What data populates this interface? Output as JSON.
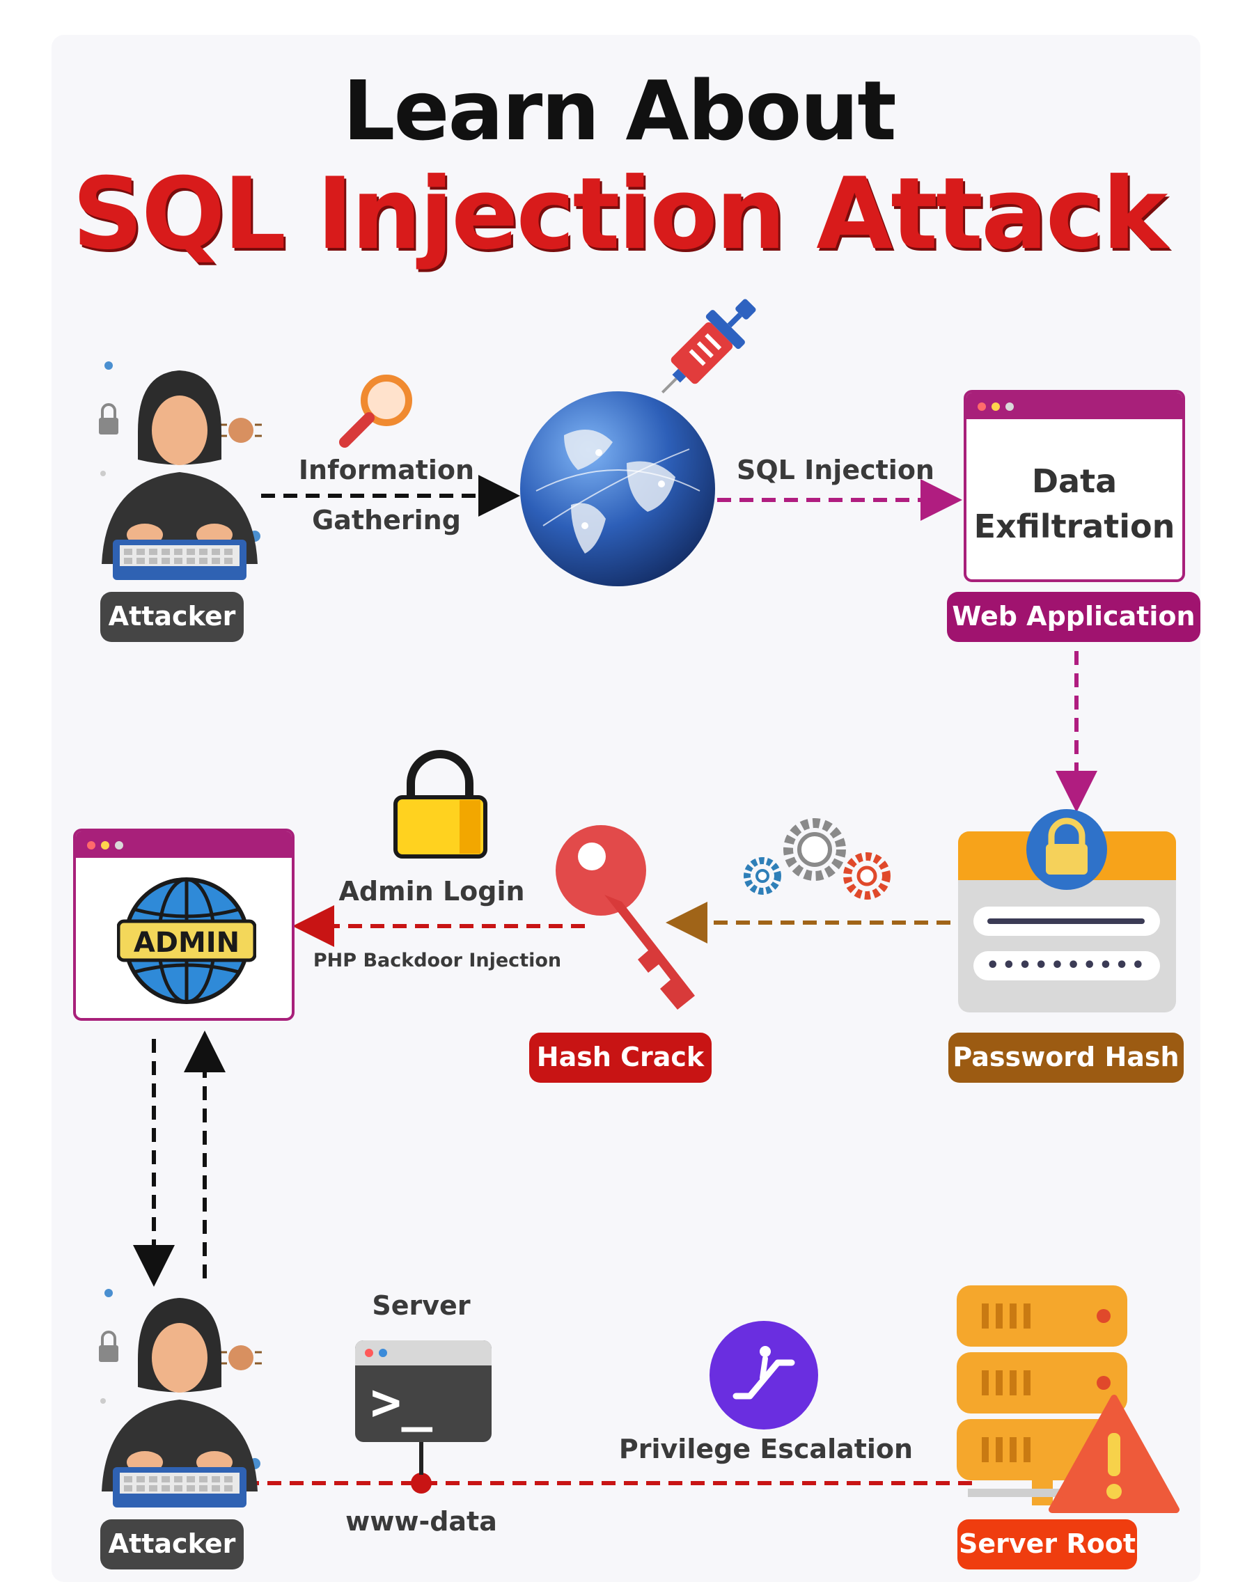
{
  "title": {
    "line1": "Learn About",
    "line2": "SQL Injection Attack"
  },
  "stage1": {
    "attacker_label": "Attacker",
    "info_gathering": [
      "Information",
      "Gathering"
    ],
    "sql_injection": "SQL Injection",
    "window_text": [
      "Data",
      "Exfiltration"
    ],
    "web_app_label": "Web Application"
  },
  "stage2": {
    "admin_badge": "ADMIN",
    "admin_login": "Admin Login",
    "php_backdoor": "PHP Backdoor Injection",
    "hash_crack": "Hash Crack",
    "password_hash": "Password Hash",
    "password_mask": "••••••••••"
  },
  "stage3": {
    "attacker_label": "Attacker",
    "server_label": "Server",
    "terminal_prompt": ">_",
    "www_data": "www-data",
    "privilege_escalation": "Privilege Escalation",
    "server_root": "Server Root"
  },
  "icons": [
    "hacker-icon",
    "magnifier-icon",
    "syringe-icon",
    "globe-icon",
    "padlock-icon",
    "key-icon",
    "gears-icon",
    "login-form-icon",
    "terminal-icon",
    "escalator-icon",
    "server-stack-icon",
    "warning-icon"
  ],
  "colors": {
    "title_dark": "#111111",
    "title_red": "#d81b1b",
    "magenta": "#a0136f",
    "hash_red": "#c81414",
    "hash_brown": "#9c5b12",
    "root_orange": "#ef3d0f",
    "escalation_purple": "#6a2ee0"
  }
}
